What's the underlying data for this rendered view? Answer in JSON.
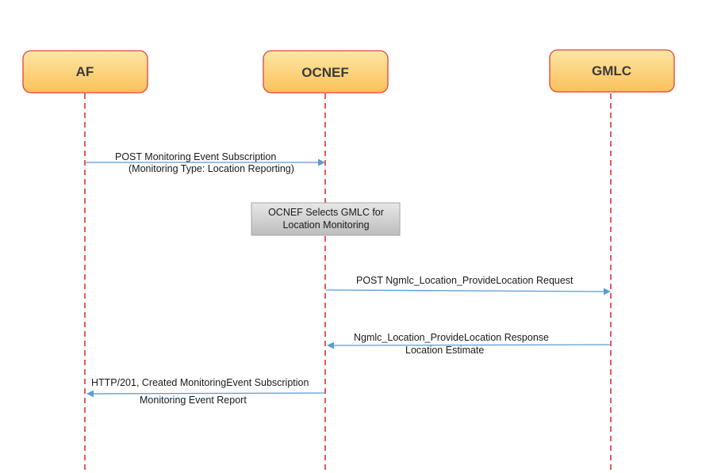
{
  "actors": [
    {
      "id": "af",
      "label": "AF"
    },
    {
      "id": "ocnef",
      "label": "OCNEF"
    },
    {
      "id": "gmlc",
      "label": "GMLC"
    }
  ],
  "messages": [
    {
      "id": "m1",
      "from": "af",
      "to": "ocnef",
      "lines": [
        "POST Monitoring Event Subscription",
        "(Monitoring Type: Location Reporting)"
      ]
    },
    {
      "id": "m2",
      "from": "ocnef",
      "to": "gmlc",
      "lines": [
        "POST Ngmlc_Location_ProvideLocation Request"
      ]
    },
    {
      "id": "m3",
      "from": "gmlc",
      "to": "ocnef",
      "lines": [
        "Ngmlc_Location_ProvideLocation Response",
        "Location Estimate"
      ]
    },
    {
      "id": "m4",
      "from": "ocnef",
      "to": "af",
      "lines": [
        "HTTP/201, Created MonitoringEvent Subscription",
        "Monitoring Event Report"
      ]
    }
  ],
  "note": {
    "lines": [
      "OCNEF Selects GMLC for",
      "Location Monitoring"
    ]
  },
  "colors": {
    "actor_fill_top": "#fde6a6",
    "actor_fill_bottom": "#fbc15a",
    "actor_border": "#e3423a",
    "lifeline": "#d6262a",
    "arrow": "#5b9bd5",
    "note_fill_top": "#e8e8e8",
    "note_fill_bottom": "#bcbcbc",
    "note_border": "#a6a6a6"
  }
}
